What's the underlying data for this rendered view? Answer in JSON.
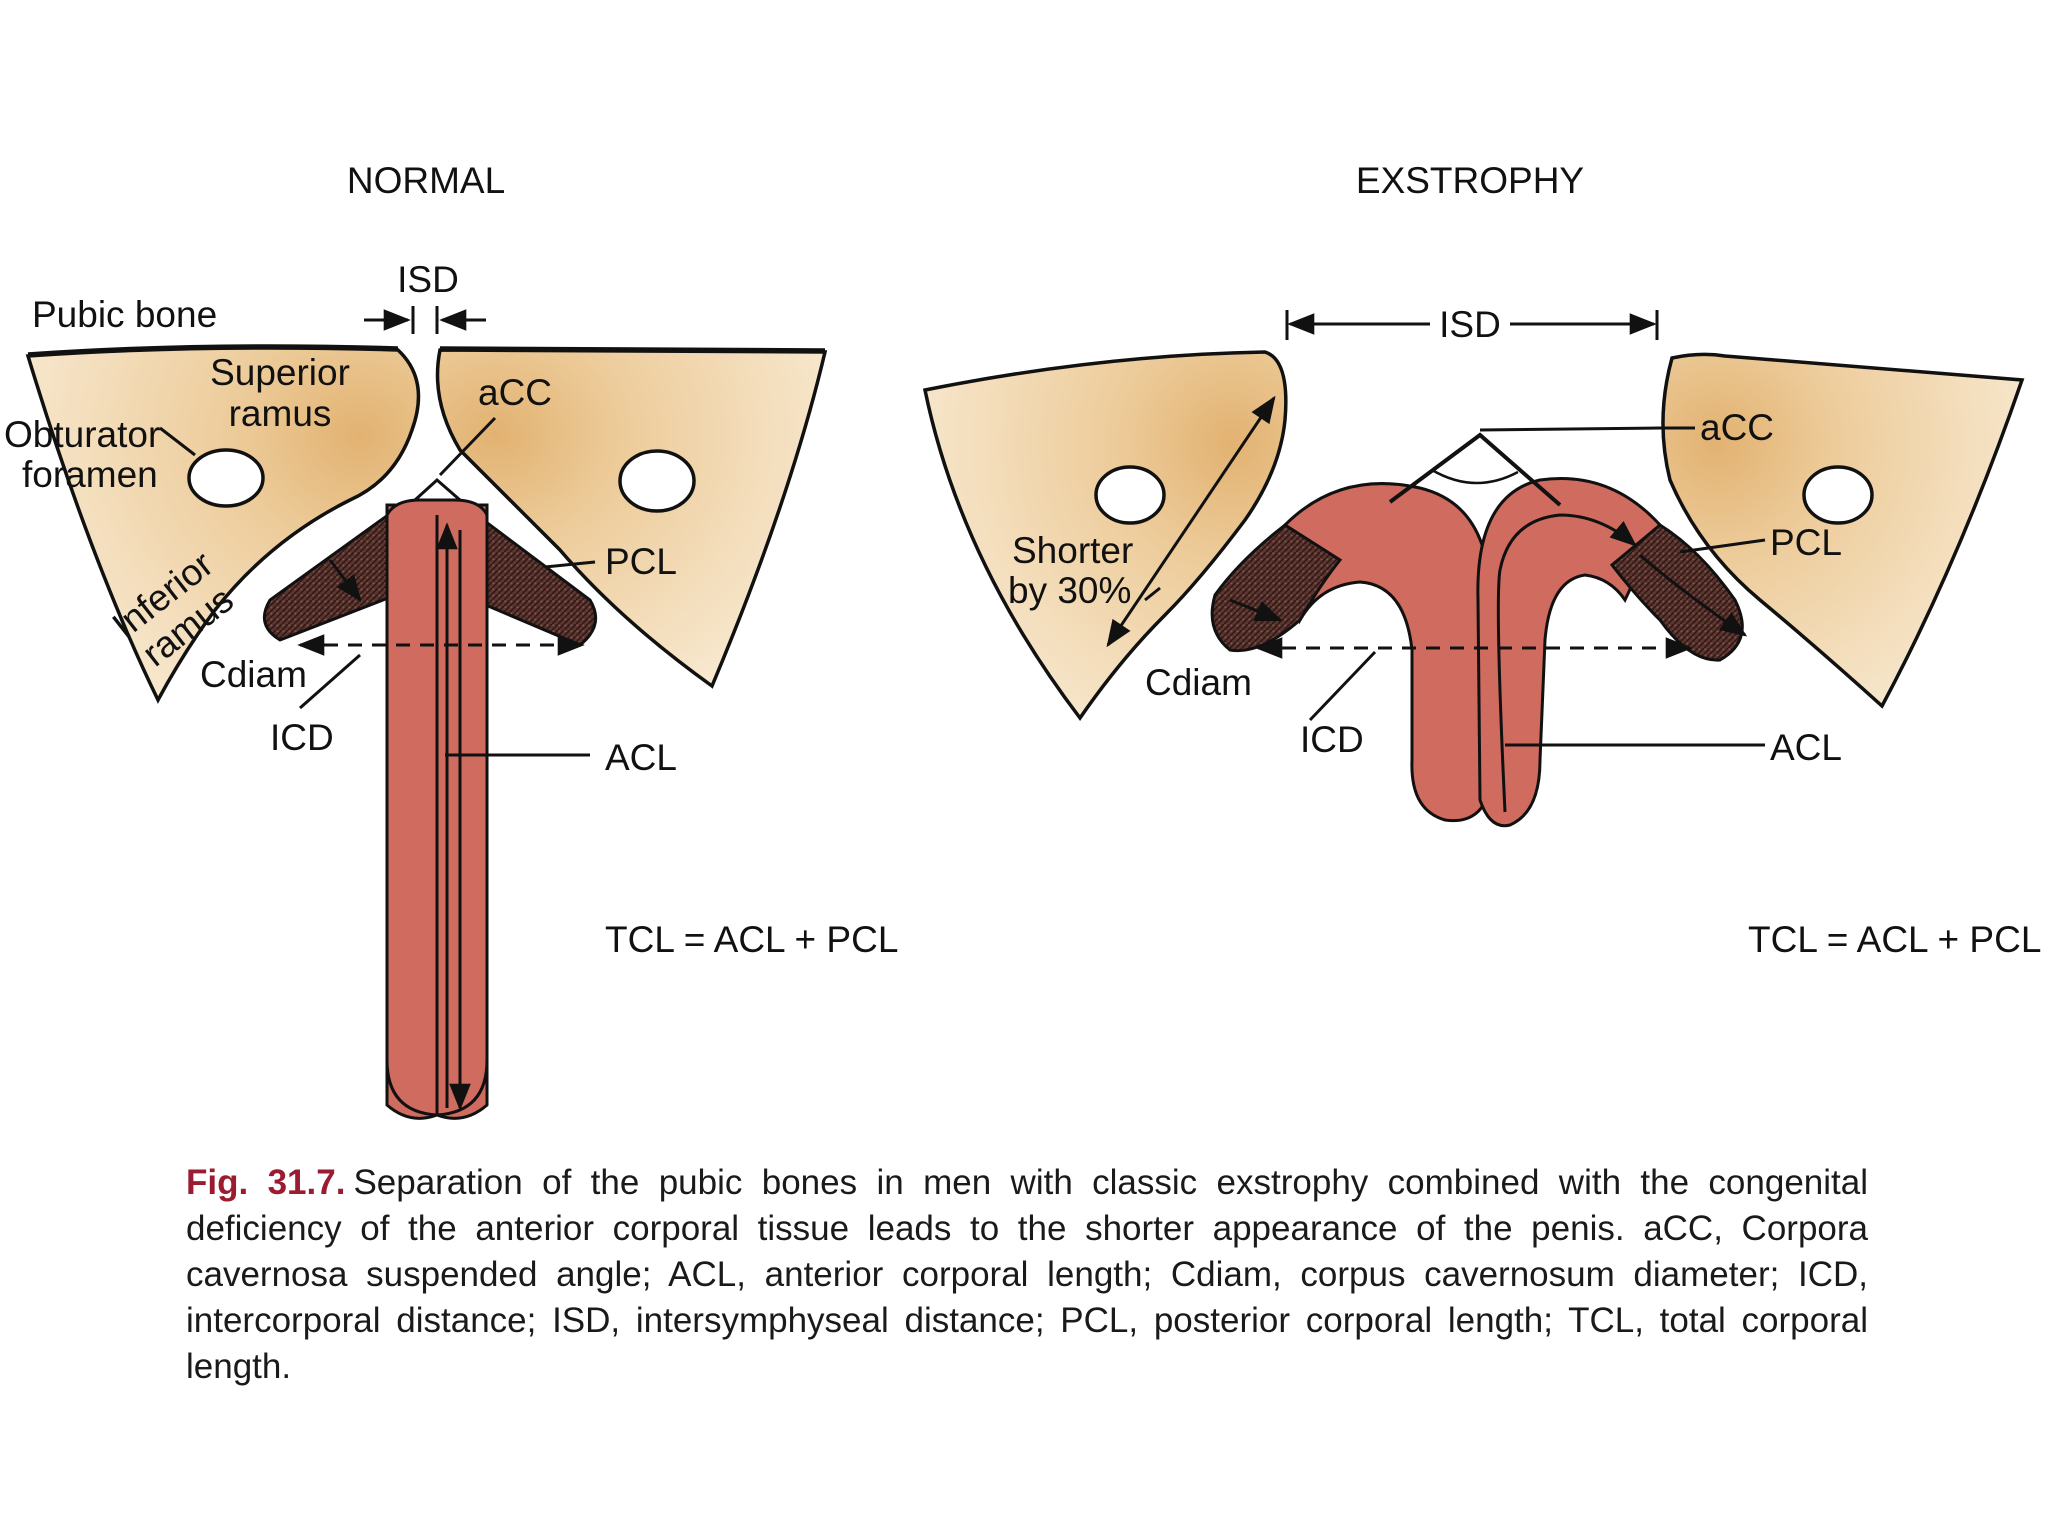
{
  "titles": {
    "normal": "NORMAL",
    "exstrophy": "EXSTROPHY"
  },
  "normal": {
    "isd": "ISD",
    "pubic_bone": "Pubic bone",
    "superior_ramus_1": "Superior",
    "superior_ramus_2": "ramus",
    "obturator_1": "Obturator",
    "obturator_2": "foramen",
    "acc": "aCC",
    "pcl": "PCL",
    "inferior_ramus_1": "Inferior",
    "inferior_ramus_2": "ramus",
    "cdiam": "Cdiam",
    "icd": "ICD",
    "acl": "ACL",
    "formula": "TCL = ACL + PCL"
  },
  "exstrophy": {
    "isd": "ISD",
    "acc": "aCC",
    "pcl": "PCL",
    "shorter_1": "Shorter",
    "shorter_2": "by 30%",
    "cdiam": "Cdiam",
    "icd": "ICD",
    "acl": "ACL",
    "formula": "TCL = ACL + PCL"
  },
  "caption": {
    "fig_label": "Fig. 31.7.",
    "text": "Separation of the pubic bones in men with classic exstrophy combined with the congenital deficiency of the anterior corporal tissue leads to the shorter appearance of the penis. aCC, Corpora cavernosa suspended angle; ACL, anterior corporal length; Cdiam, corpus cavernosum diameter; ICD, intercorporal distance; ISD, intersymphyseal distance; PCL, posterior corporal length; TCL, total corporal length."
  },
  "colors": {
    "bone_light": "#f6e6c8",
    "bone_dark": "#e3b577",
    "corpus": "#cf6b5f",
    "corpus_crus": "#4a2a25",
    "fig_label": "#9b1b30"
  }
}
